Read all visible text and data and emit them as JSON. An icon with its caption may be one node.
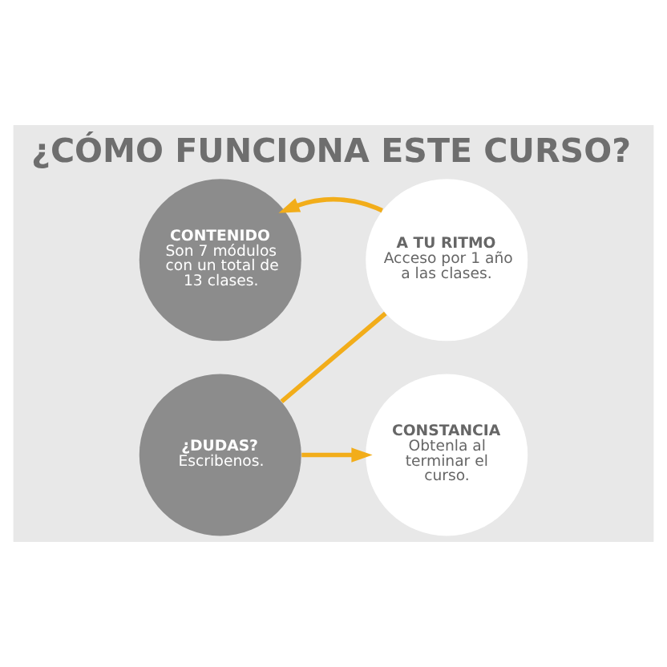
{
  "diagram": {
    "title": "¿CÓMO FUNCIONA ESTE CURSO?",
    "nodes": [
      {
        "text": [
          "CONTENIDO",
          "Son 7 módulos con un total de 13 clases."
        ]
      },
      {
        "text": [
          "A TU RITMO",
          "Acceso por 1 año a las clases."
        ]
      },
      {
        "text": [
          "¿DUDAS?",
          "Escribenos."
        ]
      },
      {
        "text": [
          "CONSTANCIA",
          "Obtenla al terminar el curso."
        ]
      }
    ],
    "edges": [
      {
        "from": 1,
        "to": 0,
        "arrow": "to"
      },
      {
        "from": 1,
        "to": 2,
        "arrow": "none"
      },
      {
        "from": 2,
        "to": 3,
        "arrow": "to"
      }
    ]
  }
}
